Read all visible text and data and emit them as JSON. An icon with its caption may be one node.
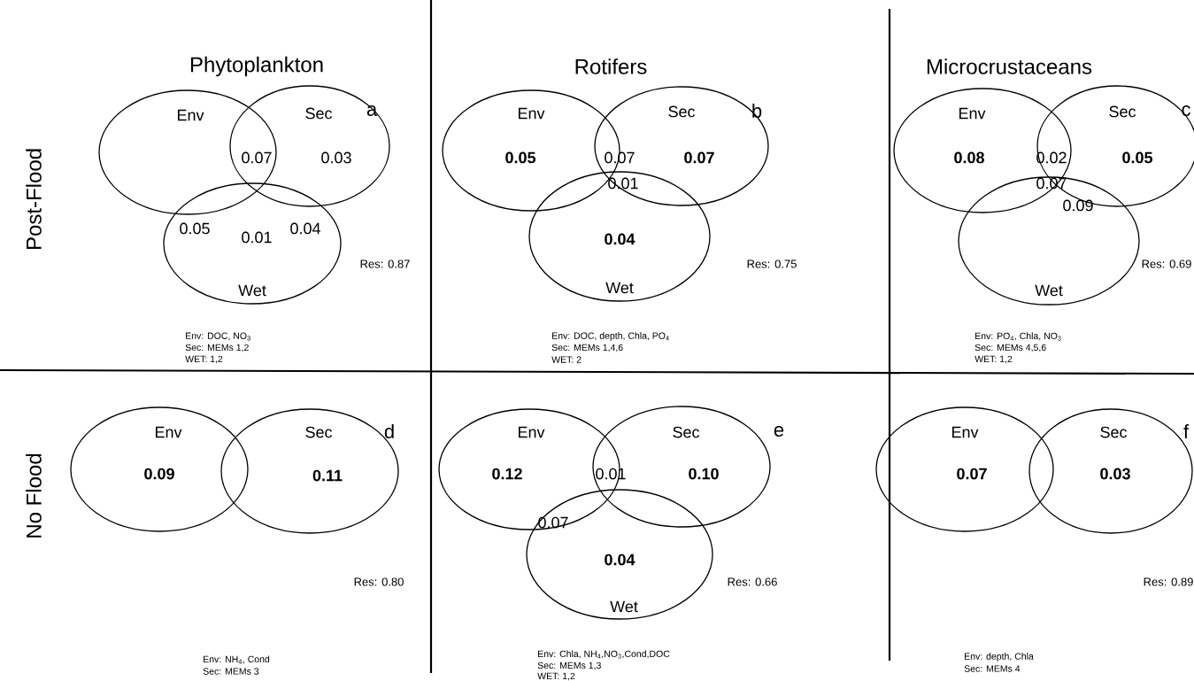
{
  "diagram": {
    "nodes": [
      {
        "text": [
          "Env"
        ]
      },
      {
        "text": [
          "Sec"
        ]
      },
      {
        "text": [
          "Wet"
        ]
      },
      {
        "text": [
          "Env"
        ]
      },
      {
        "text": [
          "Sec"
        ]
      },
      {
        "text": [
          "Wet"
        ]
      },
      {
        "text": [
          "Env"
        ]
      },
      {
        "text": [
          "Sec"
        ]
      },
      {
        "text": [
          "Wet"
        ]
      },
      {
        "text": [
          "Env"
        ]
      },
      {
        "text": [
          "Sec"
        ]
      },
      {
        "text": [
          "Env"
        ]
      },
      {
        "text": [
          "Sec"
        ]
      },
      {
        "text": [
          "Wet"
        ]
      },
      {
        "text": [
          "Env"
        ]
      },
      {
        "text": [
          "Sec"
        ]
      }
    ],
    "labels": [
      "Phytoplankton",
      "Rotifers",
      "Microcrustaceans",
      "Post-Flood",
      "a",
      "0.07",
      "0.03",
      "0.05",
      "0.04",
      "0.01",
      "Res: 0.87",
      "Env: DOC, NO$_{3}$",
      "Sec: MEMs 1,2",
      "WET: 1,2",
      "b",
      "0.05",
      "0.07",
      "0.07",
      "0.01",
      "0.04",
      "Res: 0.75",
      "Env: DOC, depth, Chla, PO$_{4}$",
      "Sec: MEMs 1,4,6",
      "WET: 2",
      "c",
      "0.08",
      "0.02",
      "0.05",
      "0.07",
      "0.09",
      "Res: 0.69",
      "Env: PO$_{4}$, Chla, NO$_{3}$",
      "Sec: MEMs 4,5,6",
      "WET: 1,2",
      "No Flood",
      "d",
      "0.09",
      "0.11",
      "Res: 0.80",
      "Env: NH$_{4}$, Cond",
      "Sec: MEMs 3",
      "e",
      "0.12",
      "0.01",
      "0.10",
      "0.07",
      "0.04",
      "Res: 0.66",
      "Env: Chla, NH$_{4}$,NO$_{3}$,Cond,DOC",
      "Sec: MEMs 1,3",
      "WET: 1,2",
      "f",
      "0.07",
      "0.03",
      "Res: 0.89",
      "Env: depth, Chla",
      "Sec: MEMs 4"
    ]
  }
}
